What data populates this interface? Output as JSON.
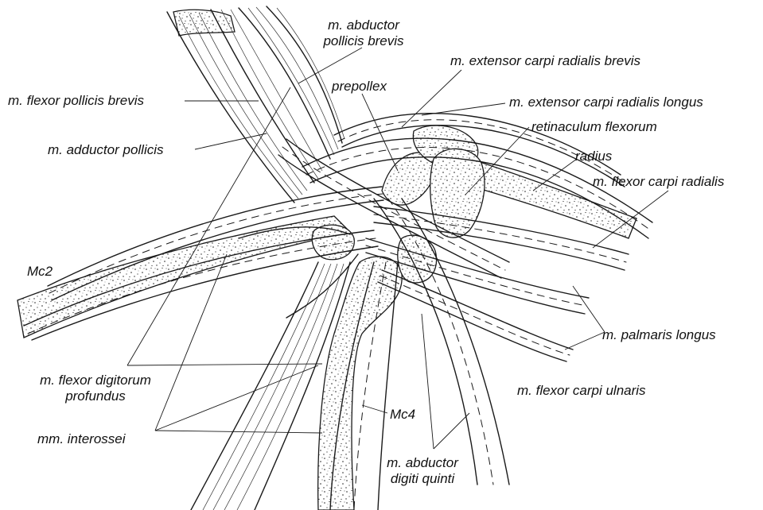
{
  "labels": {
    "abductor_pollicis_brevis_1": "m. abductor",
    "abductor_pollicis_brevis_2": "pollicis brevis",
    "extensor_carpi_radialis_brevis": "m. extensor carpi radialis brevis",
    "flexor_pollicis_brevis": "m. flexor pollicis brevis",
    "prepollex": "prepollex",
    "extensor_carpi_radialis_longus": "m. extensor carpi radialis longus",
    "retinaculum_flexorum": "retinaculum flexorum",
    "adductor_pollicis": "m. adductor pollicis",
    "radius": "radius",
    "flexor_carpi_radialis": "m. flexor carpi radialis",
    "mc2": "Mc2",
    "palmaris_longus": "m. palmaris longus",
    "flexor_digitorum_profundus_1": "m. flexor digitorum",
    "flexor_digitorum_profundus_2": "profundus",
    "flexor_carpi_ulnaris": "m. flexor carpi ulnaris",
    "mc4": "Mc4",
    "interossei": "mm. interossei",
    "abductor_digiti_quinti_1": "m. abductor",
    "abductor_digiti_quinti_2": "digiti quinti"
  }
}
